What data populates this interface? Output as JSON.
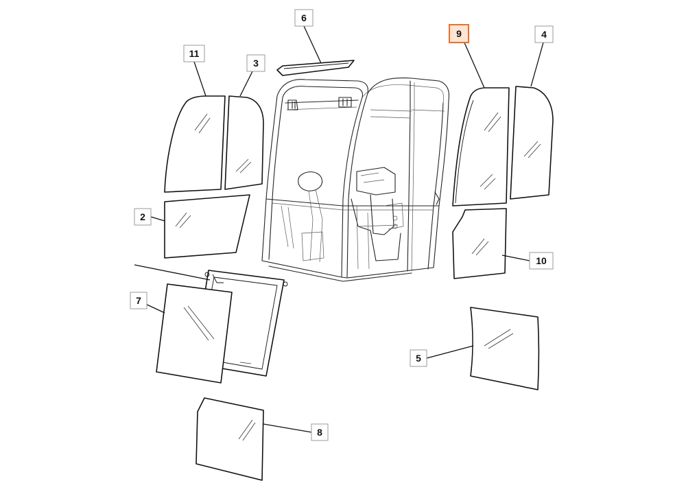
{
  "callouts": [
    {
      "id": "11",
      "text": "11",
      "highlighted": false
    },
    {
      "id": "3",
      "text": "3",
      "highlighted": false
    },
    {
      "id": "6",
      "text": "6",
      "highlighted": false
    },
    {
      "id": "9",
      "text": "9",
      "highlighted": true
    },
    {
      "id": "4",
      "text": "4",
      "highlighted": false
    },
    {
      "id": "2",
      "text": "2",
      "highlighted": false
    },
    {
      "id": "10",
      "text": "10",
      "highlighted": false
    },
    {
      "id": "7",
      "text": "7",
      "highlighted": false
    },
    {
      "id": "5",
      "text": "5",
      "highlighted": false
    },
    {
      "id": "8",
      "text": "8",
      "highlighted": false
    }
  ],
  "colors": {
    "line": "#111111",
    "highlight_border": "#e8702a",
    "highlight_fill": "#fde4d3",
    "background": "#ffffff"
  }
}
